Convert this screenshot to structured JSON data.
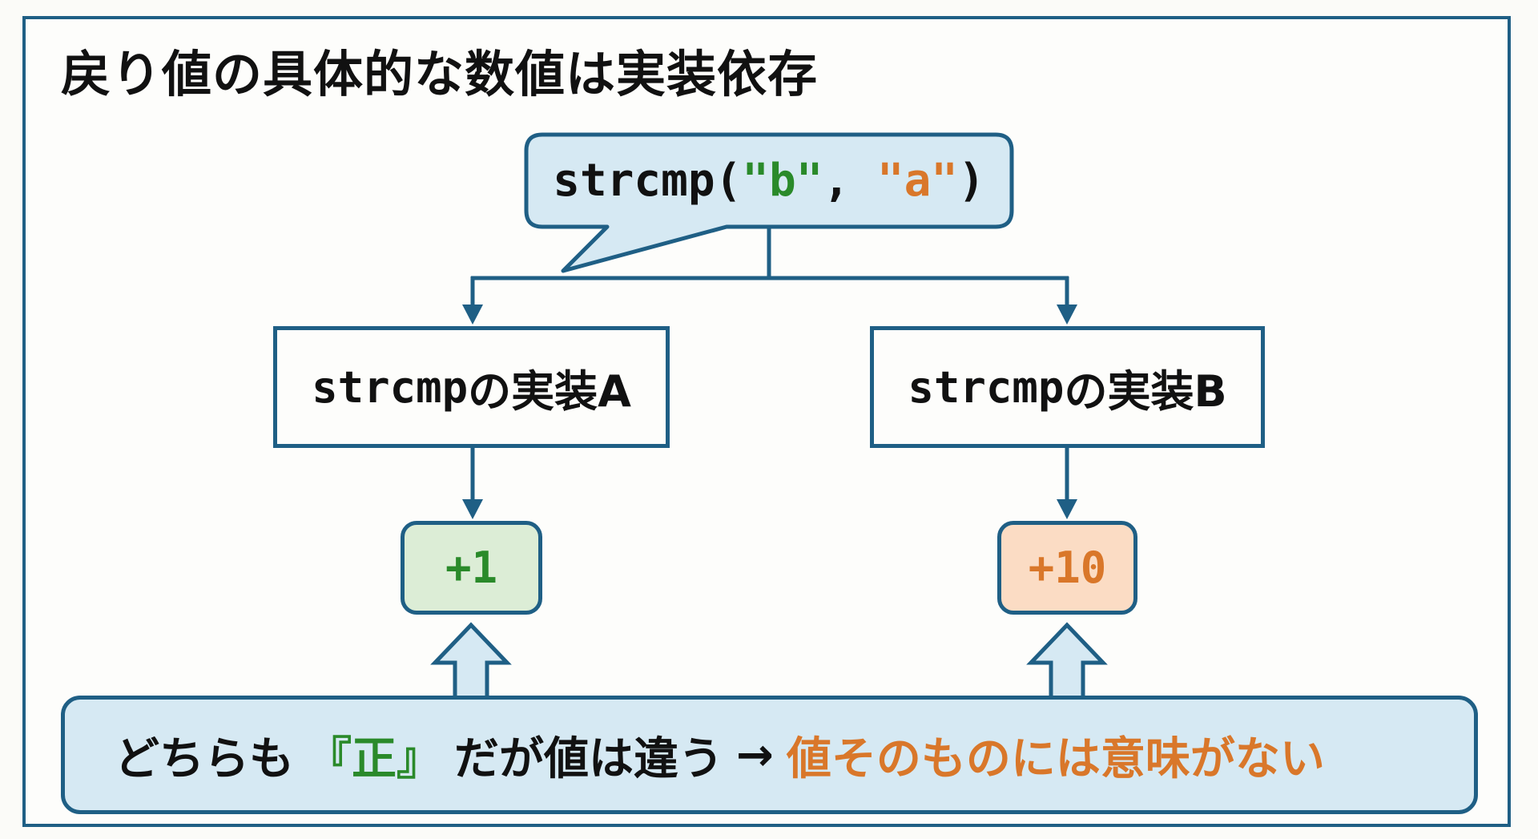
{
  "title": "戻り値の具体的な数値は実装依存",
  "call": {
    "prefix": "strcmp(",
    "arg1": "\"b\"",
    "separator": ", ",
    "arg2": "\"a\"",
    "suffix": ")"
  },
  "implementations": [
    {
      "name": "strcmp",
      "label": "の実装A",
      "result": "+1"
    },
    {
      "name": "strcmp",
      "label": "の実装B",
      "result": "+10"
    }
  ],
  "conclusion": {
    "part1": "どちらも",
    "highlight": "『正』",
    "part2": "だが値は違う",
    "arrow": "→",
    "emphasis": "値そのものには意味がない"
  },
  "colors": {
    "border": "#1f5f85",
    "positive_green": "#2a8a2a",
    "warning_orange": "#d9772a",
    "bubble_fill": "#d6e9f3",
    "result_a_fill": "#dcedd6",
    "result_b_fill": "#fbdcc4"
  }
}
